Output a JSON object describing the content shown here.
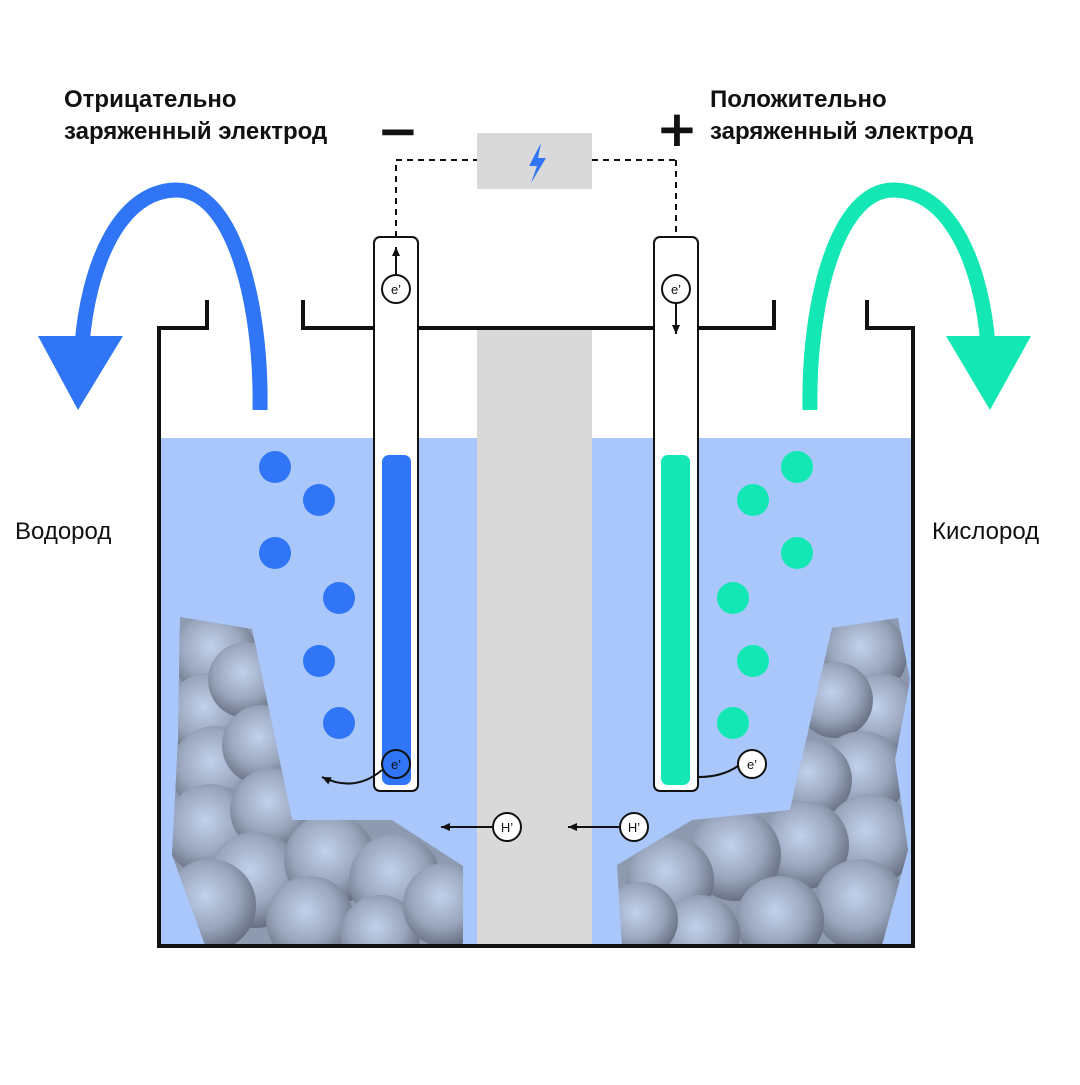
{
  "labels": {
    "negative_electrode": [
      "Отрицательно",
      "заряженный электрод"
    ],
    "positive_electrode": [
      "Положительно",
      "заряженный электрод"
    ],
    "hydrogen": "Водород",
    "oxygen": "Кислород",
    "minus_sign": "−",
    "plus_sign": "+"
  },
  "particles": {
    "electron": "e’",
    "proton": "H’"
  },
  "icons": {
    "power_source": "lightning-bolt-icon"
  },
  "colors": {
    "hydrogen": "#2f75f5",
    "oxygen": "#13e8b4",
    "electrolyte": "#a9c7fb",
    "membrane": "#d9d9d9",
    "power_box": "#d9d9d9",
    "outline": "#111111"
  }
}
